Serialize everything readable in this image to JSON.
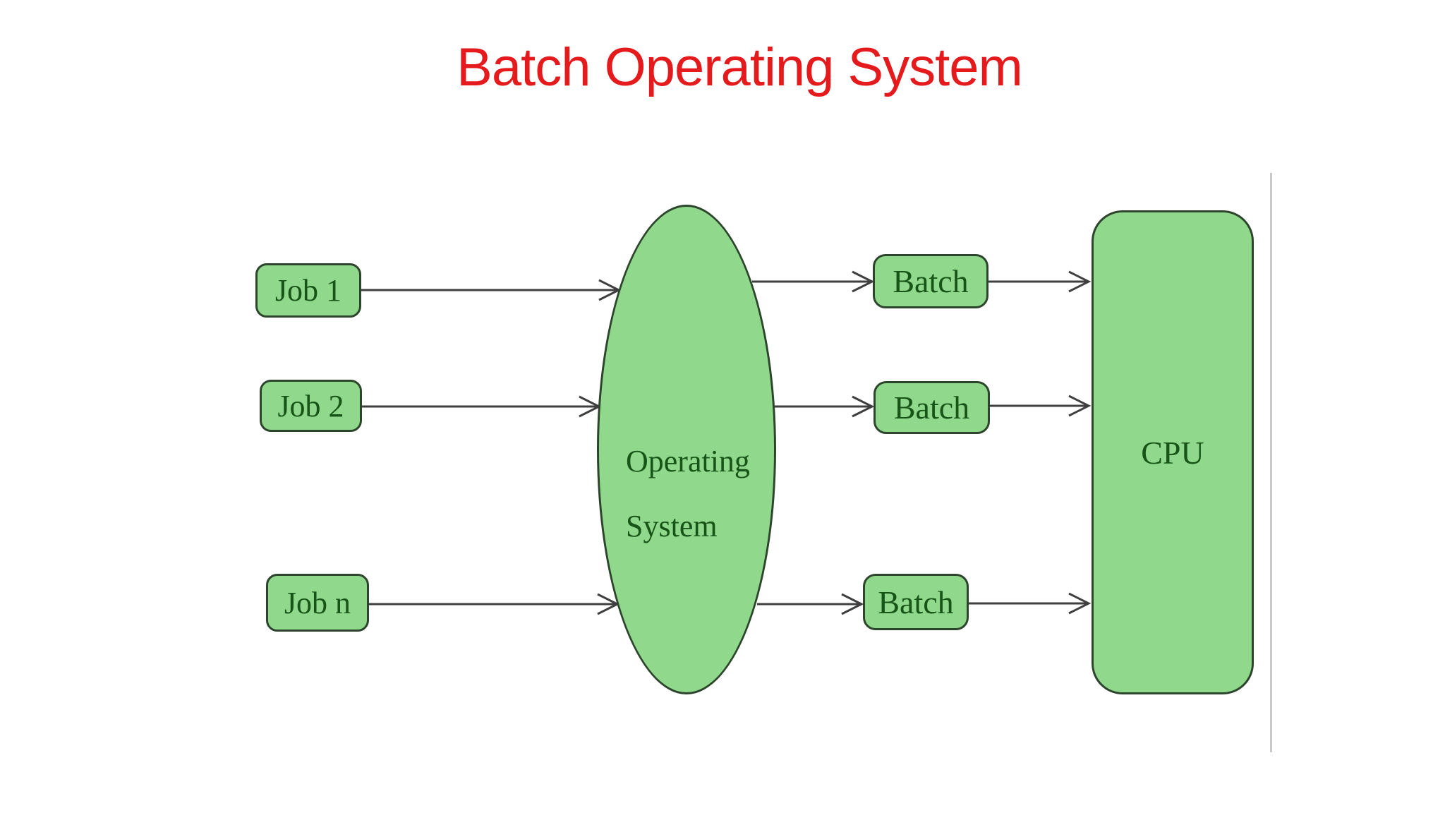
{
  "title": {
    "text": "Batch Operating System",
    "color": "#e41a1c"
  },
  "diagram": {
    "jobs": [
      {
        "label": "Job 1"
      },
      {
        "label": "Job 2"
      },
      {
        "label": "Job n"
      }
    ],
    "os": {
      "line1": "Operating",
      "line2": "System"
    },
    "batches": [
      {
        "label": "Batch"
      },
      {
        "label": "Batch"
      },
      {
        "label": "Batch"
      }
    ],
    "cpu": {
      "label": "CPU"
    },
    "colors": {
      "node_fill": "#90d88b",
      "node_border": "#2d452d",
      "node_text": "#175417",
      "title_text": "#e41a1c",
      "arrow": "#3f3f3f",
      "divider": "#c9c9c9"
    }
  }
}
